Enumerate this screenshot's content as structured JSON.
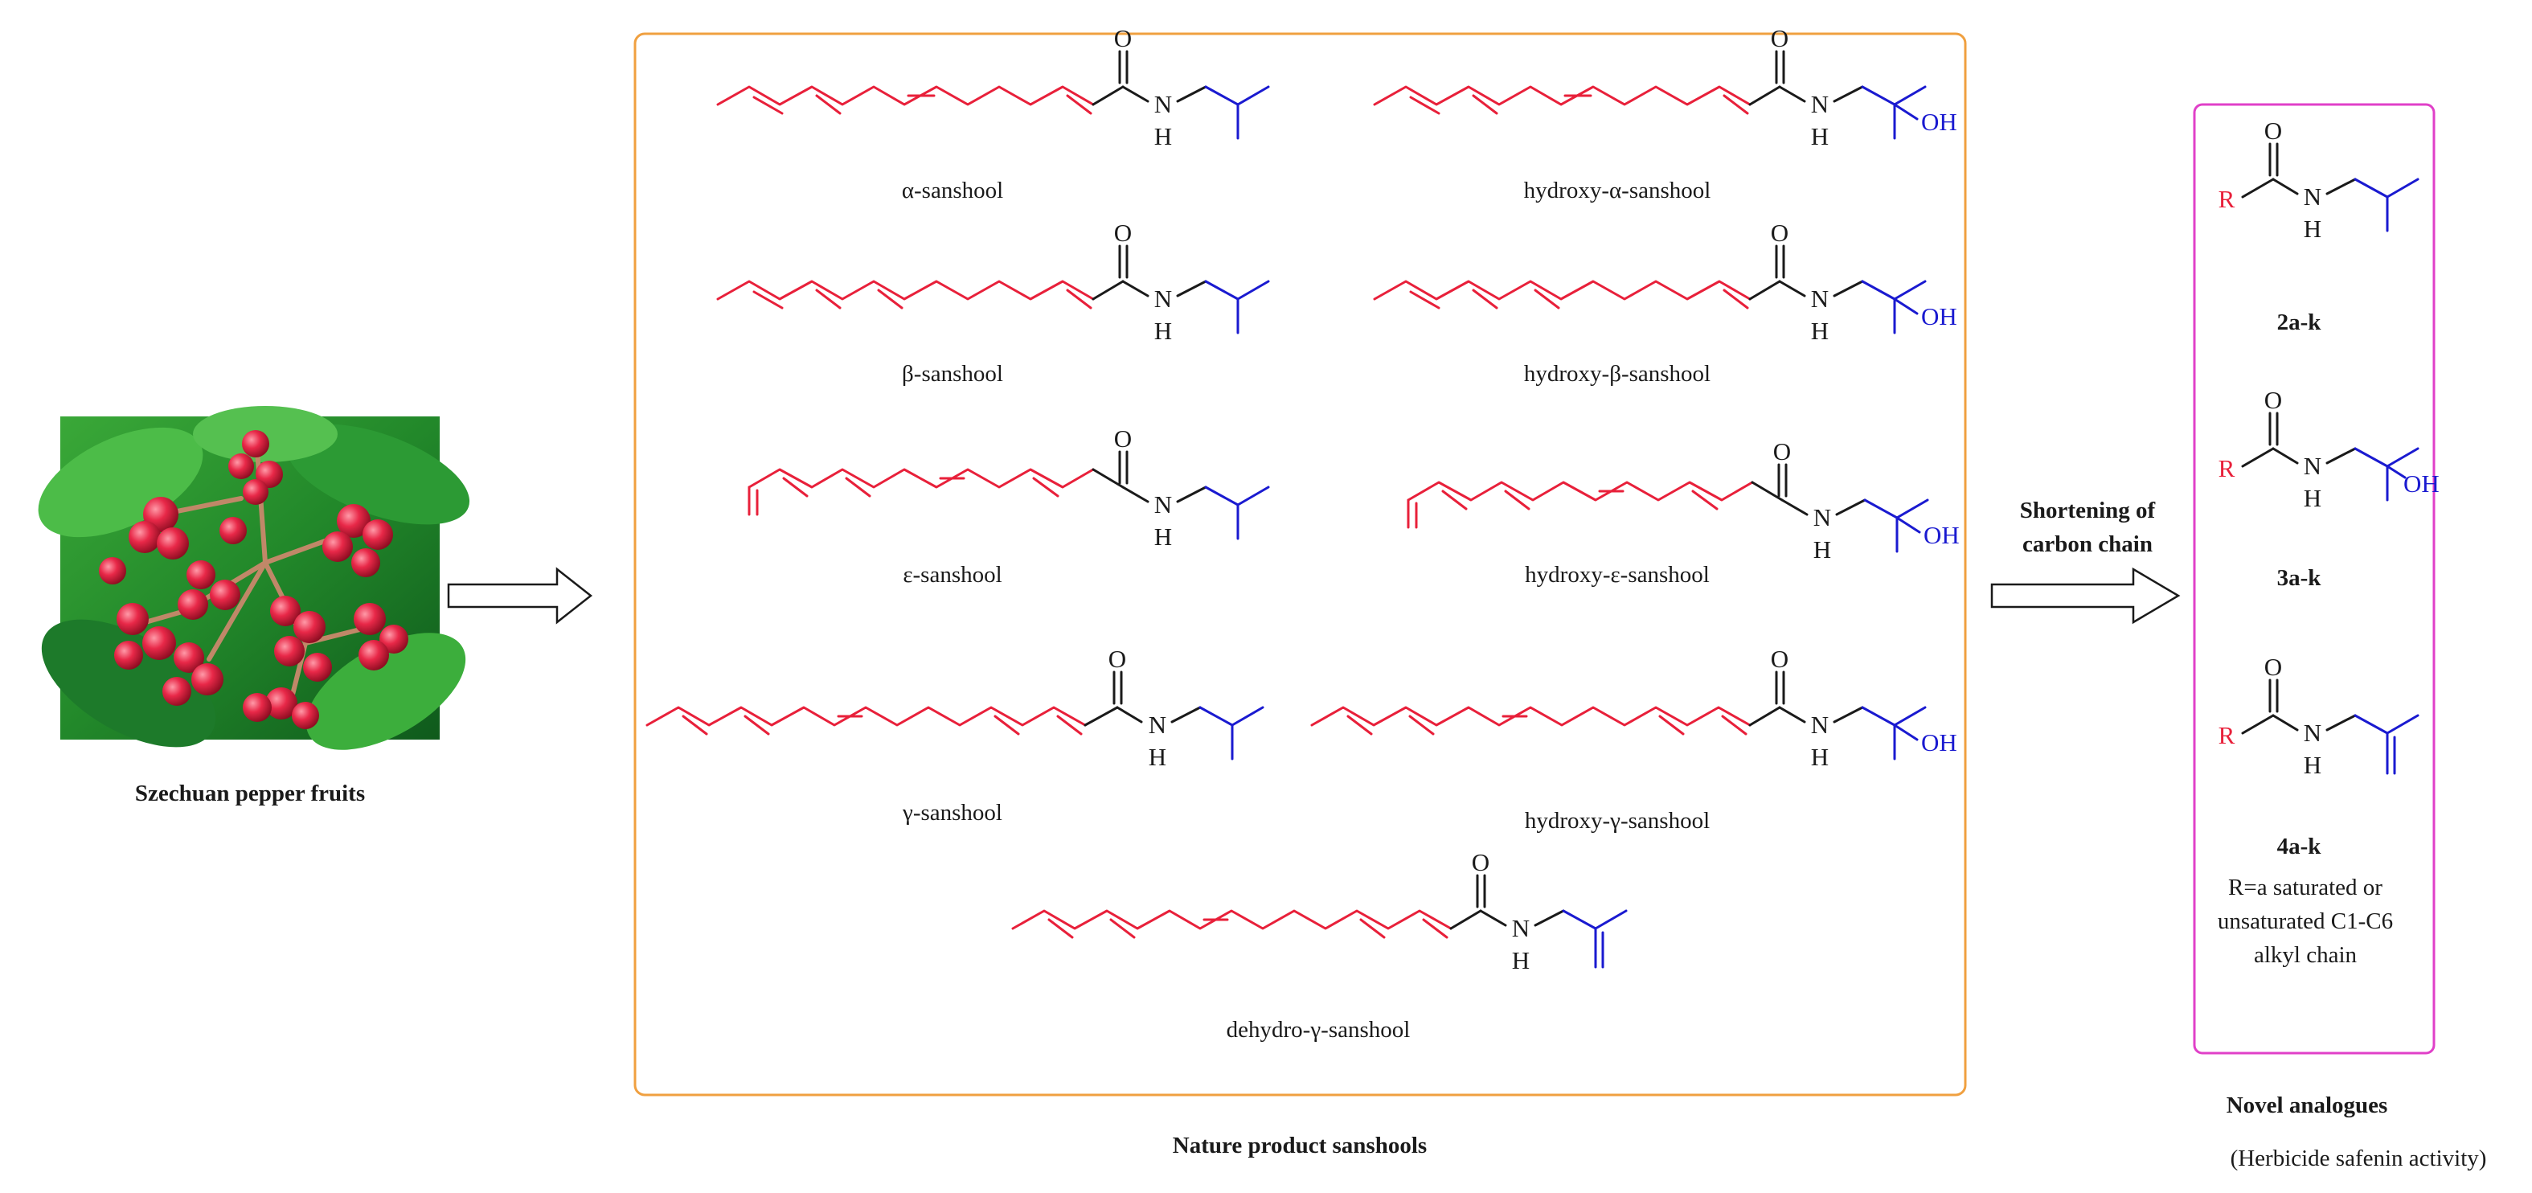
{
  "labels": {
    "photo_caption": "Szechuan pepper fruits",
    "natural_group_caption": "Nature product sanshools",
    "step_line1": "Shortening of",
    "step_line2": "carbon chain",
    "novel_title": "Novel analogues",
    "novel_note": "(Herbicide safenin  activity)"
  },
  "sanshools": [
    {
      "name": "α-sanshool"
    },
    {
      "name": "hydroxy-α-sanshool"
    },
    {
      "name": "β-sanshool"
    },
    {
      "name": "hydroxy-β-sanshool"
    },
    {
      "name": "ε-sanshool"
    },
    {
      "name": "hydroxy-ε-sanshool"
    },
    {
      "name": "γ-sanshool"
    },
    {
      "name": "hydroxy-γ-sanshool"
    },
    {
      "name": "dehydro-γ-sanshool"
    }
  ],
  "analogues": [
    {
      "code": "2a-k"
    },
    {
      "code": "3a-k"
    },
    {
      "code": "4a-k"
    }
  ],
  "r_definition": [
    "R=a saturated or",
    "unsaturated C1-C6",
    "alkyl chain"
  ],
  "atoms": {
    "O": "O",
    "N": "N",
    "H": "H",
    "OH": "OH",
    "R": "R"
  },
  "colors": {
    "chain_red": "#e8203a",
    "amine_blue": "#1a1ad0",
    "natural_box_border": "#f0a040",
    "analogue_box_border": "#e040c8"
  }
}
